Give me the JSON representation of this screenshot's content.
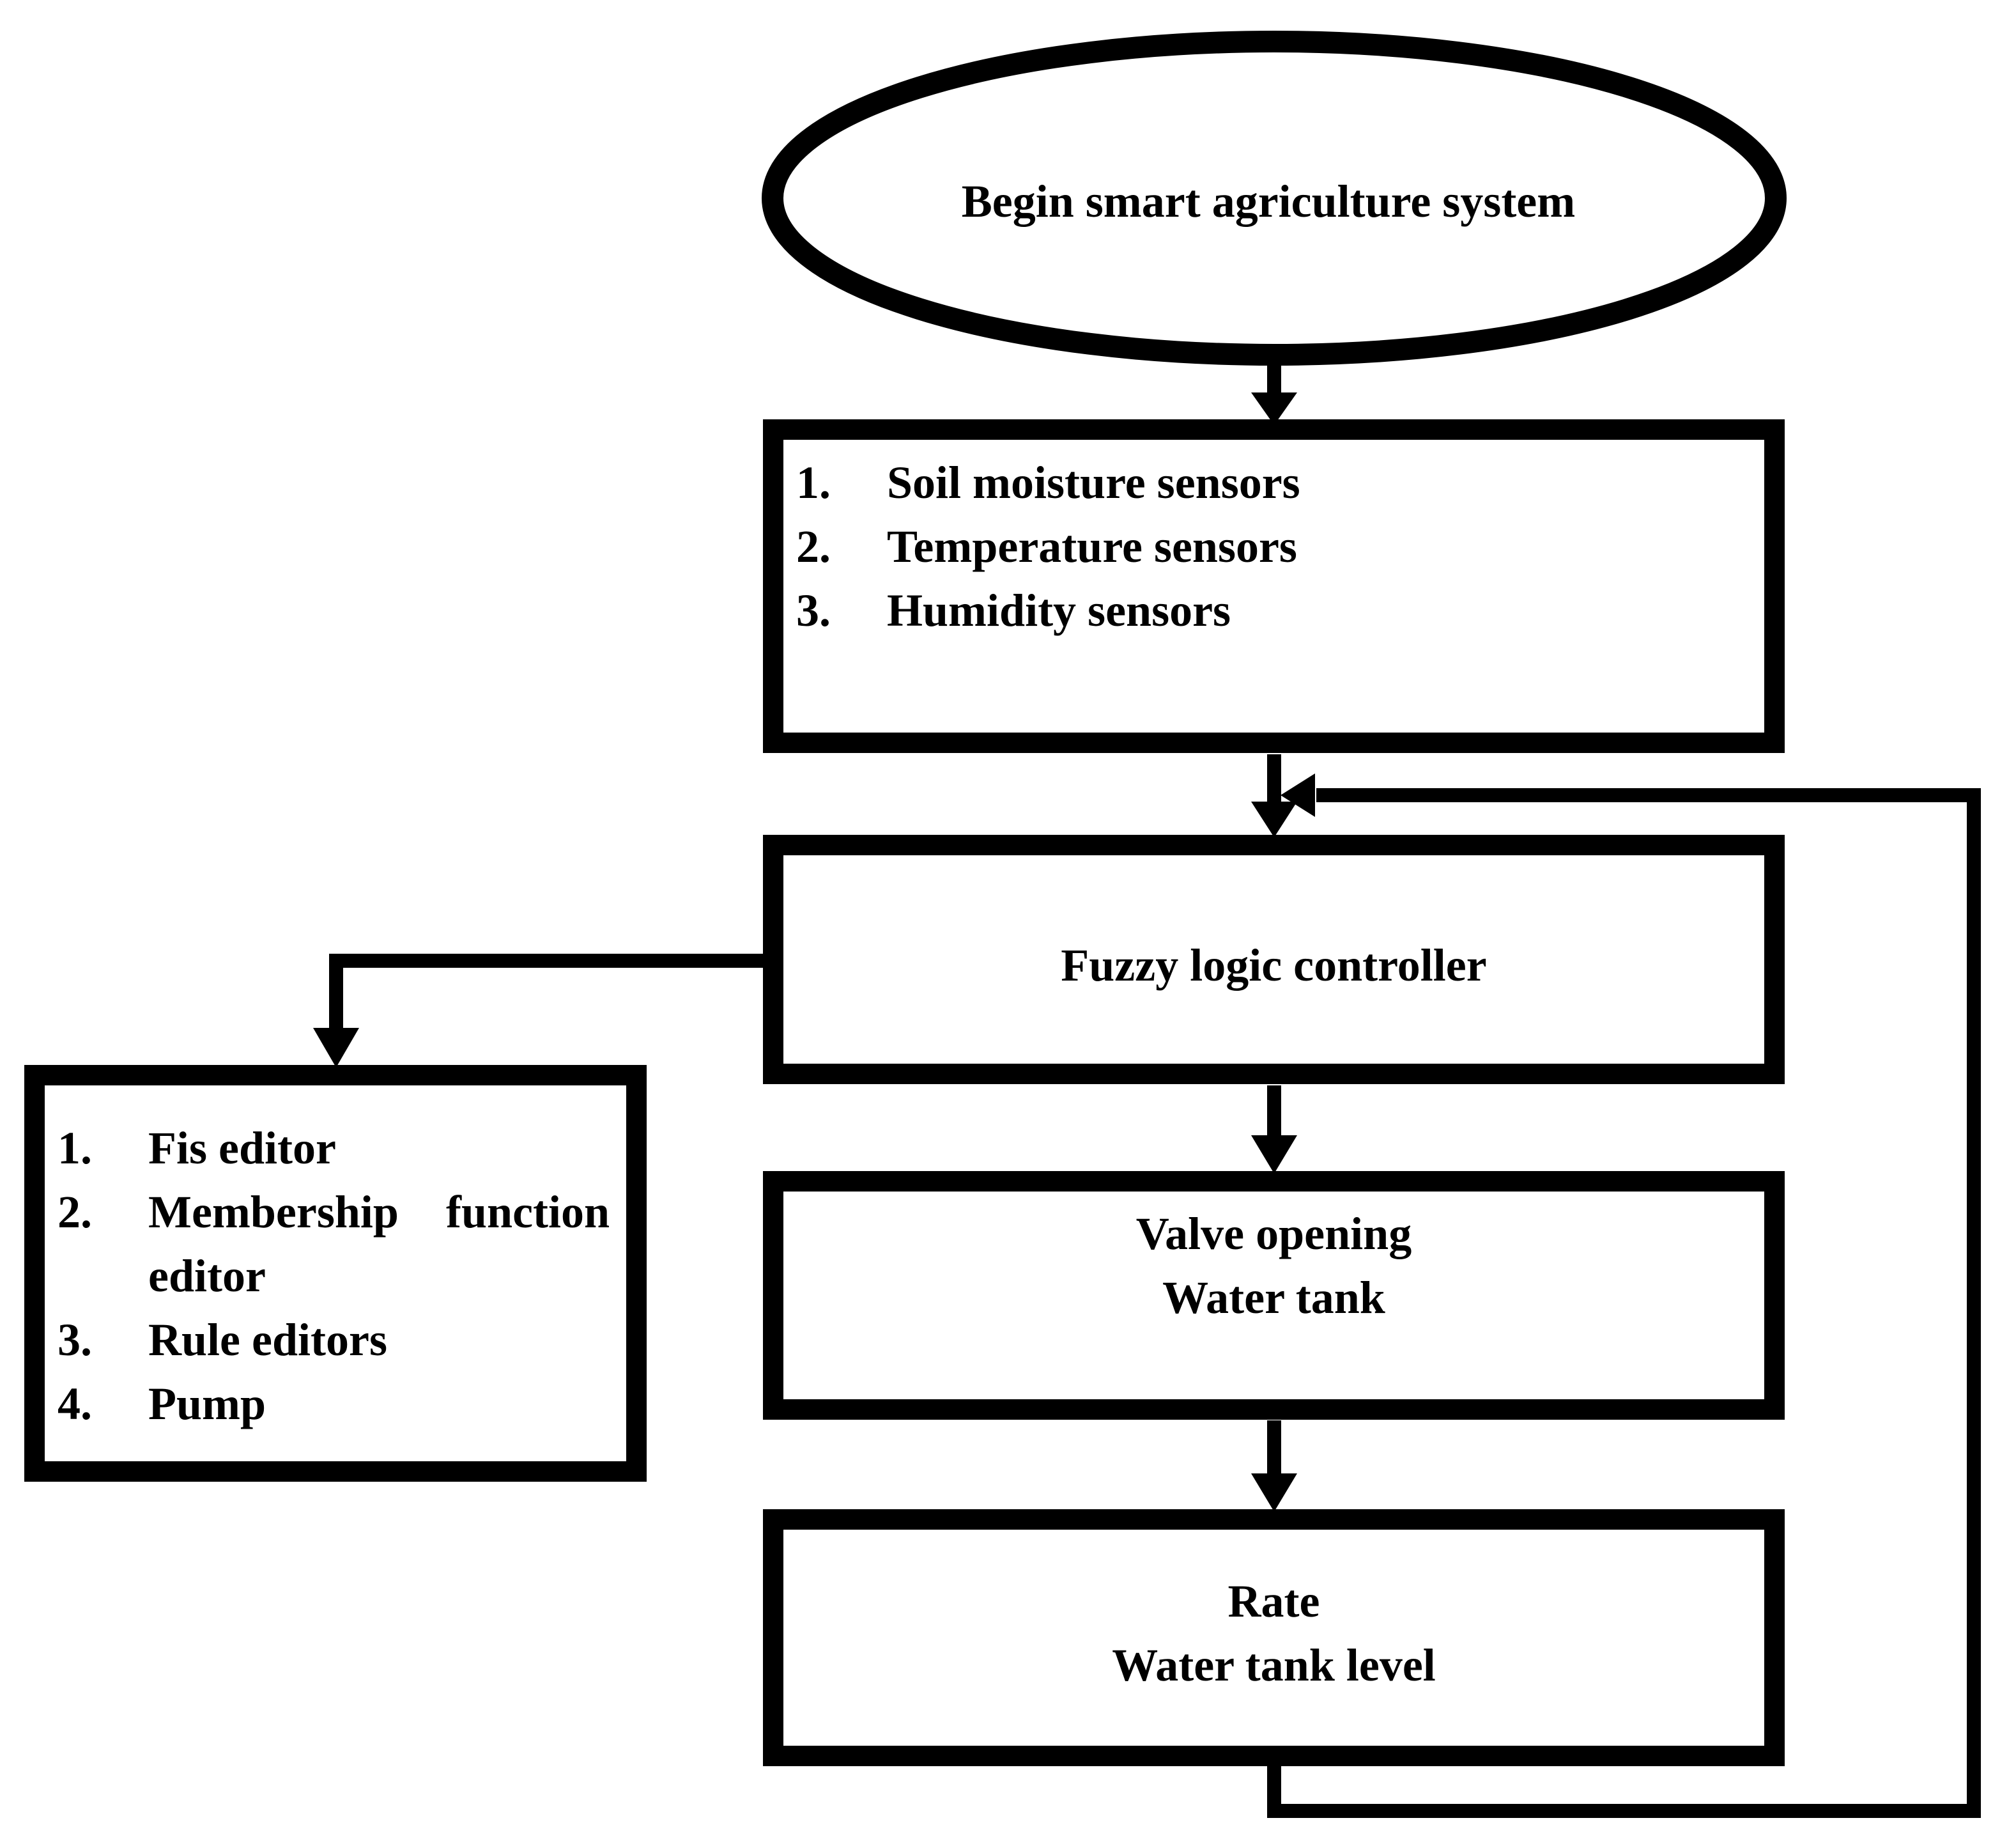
{
  "colors": {
    "stroke": "#000000",
    "background": "#ffffff",
    "text": "#000000"
  },
  "start": {
    "label": "Begin  smart agriculture system"
  },
  "sensors": {
    "items": [
      {
        "num": "1.",
        "text": "Soil moisture sensors"
      },
      {
        "num": "2.",
        "text": "Temperature sensors"
      },
      {
        "num": "3.",
        "text": "Humidity sensors"
      }
    ]
  },
  "controller": {
    "label": "Fuzzy logic controller"
  },
  "editors": {
    "items": [
      {
        "num": "1.",
        "text": "Fis editor"
      },
      {
        "num": "2.",
        "text_a": "Membership",
        "text_b": "function",
        "text_c": "editor"
      },
      {
        "num": "3.",
        "text": "Rule editors"
      },
      {
        "num": "4.",
        "text": "Pump"
      }
    ]
  },
  "valve": {
    "line1": "Valve opening",
    "line2": "Water tank"
  },
  "rate": {
    "line1": "Rate",
    "line2": "Water tank level"
  }
}
